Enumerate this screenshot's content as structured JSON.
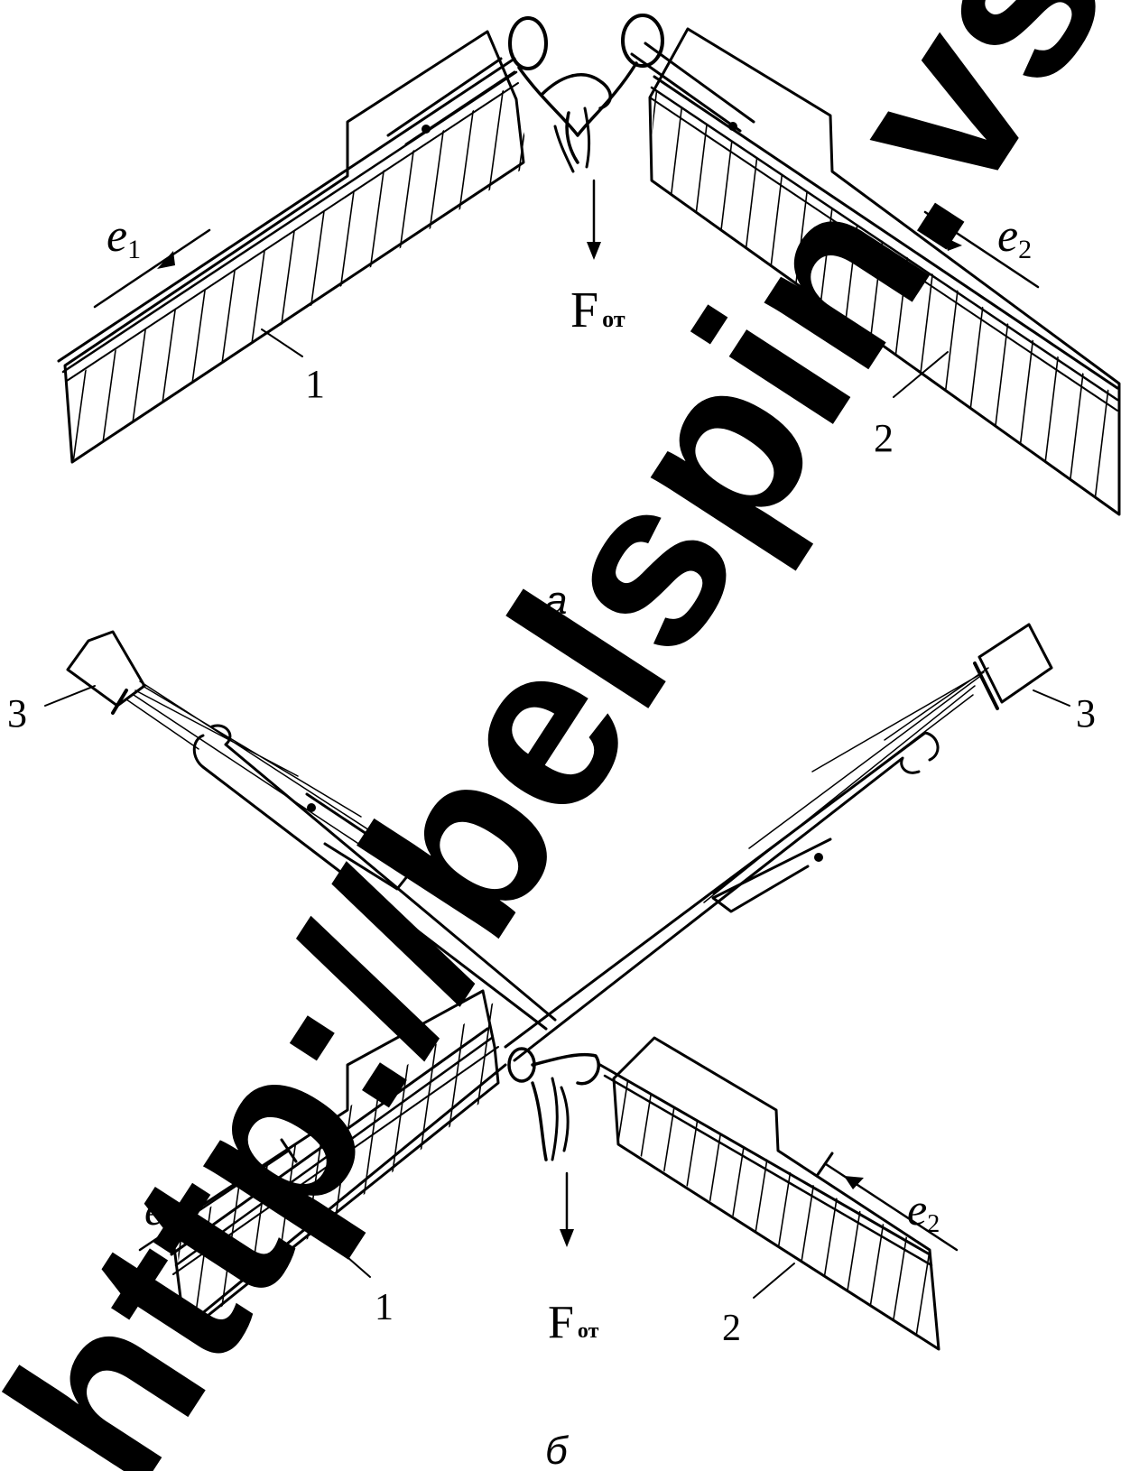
{
  "figure_a": {
    "caption": "а",
    "force_label": "F",
    "force_subscript": "от",
    "needle_left": {
      "number": "1",
      "motion_label": "e",
      "motion_subscript": "1"
    },
    "needle_right": {
      "number": "2",
      "motion_label": "e",
      "motion_subscript": "2"
    }
  },
  "figure_b": {
    "caption": "б",
    "force_label": "F",
    "force_subscript": "от",
    "needle_left": {
      "number": "1",
      "motion_label": "e",
      "motion_subscript": "1"
    },
    "needle_right": {
      "number": "2",
      "motion_label": "e",
      "motion_subscript": "2"
    },
    "guide_left_number": "3",
    "guide_right_number": "3"
  },
  "watermark": {
    "text": "http://belspin.vstu.by",
    "color": "#000000"
  },
  "colors": {
    "ink": "#000000",
    "background": "#ffffff"
  }
}
